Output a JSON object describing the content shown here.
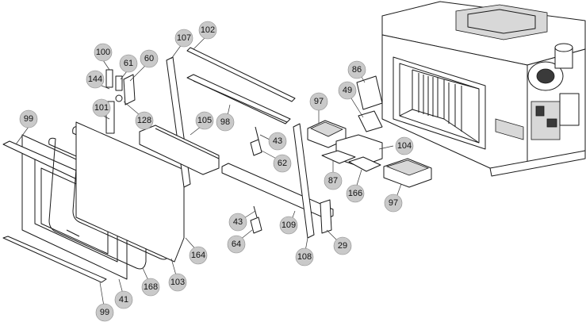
{
  "callouts": [
    {
      "id": "c99a",
      "label": "99"
    },
    {
      "id": "c100",
      "label": "100"
    },
    {
      "id": "c144",
      "label": "144"
    },
    {
      "id": "c61",
      "label": "61"
    },
    {
      "id": "c60",
      "label": "60"
    },
    {
      "id": "c101",
      "label": "101"
    },
    {
      "id": "c128",
      "label": "128"
    },
    {
      "id": "c107",
      "label": "107"
    },
    {
      "id": "c102",
      "label": "102"
    },
    {
      "id": "c105",
      "label": "105"
    },
    {
      "id": "c98",
      "label": "98"
    },
    {
      "id": "c43a",
      "label": "43"
    },
    {
      "id": "c62",
      "label": "62"
    },
    {
      "id": "c97a",
      "label": "97"
    },
    {
      "id": "c86",
      "label": "86"
    },
    {
      "id": "c49",
      "label": "49"
    },
    {
      "id": "c104",
      "label": "104"
    },
    {
      "id": "c87",
      "label": "87"
    },
    {
      "id": "c166",
      "label": "166"
    },
    {
      "id": "c97b",
      "label": "97"
    },
    {
      "id": "c43b",
      "label": "43"
    },
    {
      "id": "c64",
      "label": "64"
    },
    {
      "id": "c109",
      "label": "109"
    },
    {
      "id": "c29",
      "label": "29"
    },
    {
      "id": "c108",
      "label": "108"
    },
    {
      "id": "c164",
      "label": "164"
    },
    {
      "id": "c103",
      "label": "103"
    },
    {
      "id": "c168",
      "label": "168"
    },
    {
      "id": "c41",
      "label": "41"
    },
    {
      "id": "c99b",
      "label": "99"
    }
  ]
}
